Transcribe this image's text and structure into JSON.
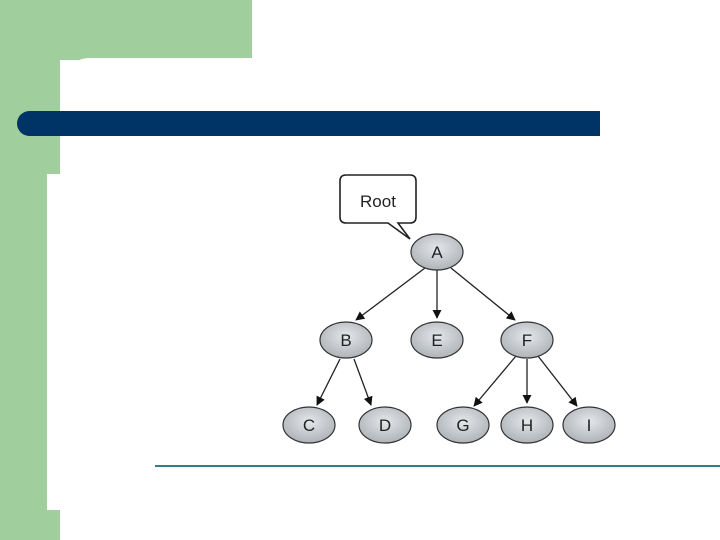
{
  "diagram": {
    "callout": {
      "label": "Root"
    },
    "nodes": [
      {
        "id": "A",
        "label": "A"
      },
      {
        "id": "B",
        "label": "B"
      },
      {
        "id": "E",
        "label": "E"
      },
      {
        "id": "F",
        "label": "F"
      },
      {
        "id": "C",
        "label": "C"
      },
      {
        "id": "D",
        "label": "D"
      },
      {
        "id": "G",
        "label": "G"
      },
      {
        "id": "H",
        "label": "H"
      },
      {
        "id": "I",
        "label": "I"
      }
    ],
    "edges": [
      {
        "from": "A",
        "to": "B"
      },
      {
        "from": "A",
        "to": "E"
      },
      {
        "from": "A",
        "to": "F"
      },
      {
        "from": "B",
        "to": "C"
      },
      {
        "from": "B",
        "to": "D"
      },
      {
        "from": "F",
        "to": "G"
      },
      {
        "from": "F",
        "to": "H"
      },
      {
        "from": "F",
        "to": "I"
      }
    ]
  },
  "colors": {
    "slide_green": "#a0ce9c",
    "title_bar": "#003366",
    "rule": "#2e7f8a",
    "node_fill": "#c8ccd0"
  }
}
